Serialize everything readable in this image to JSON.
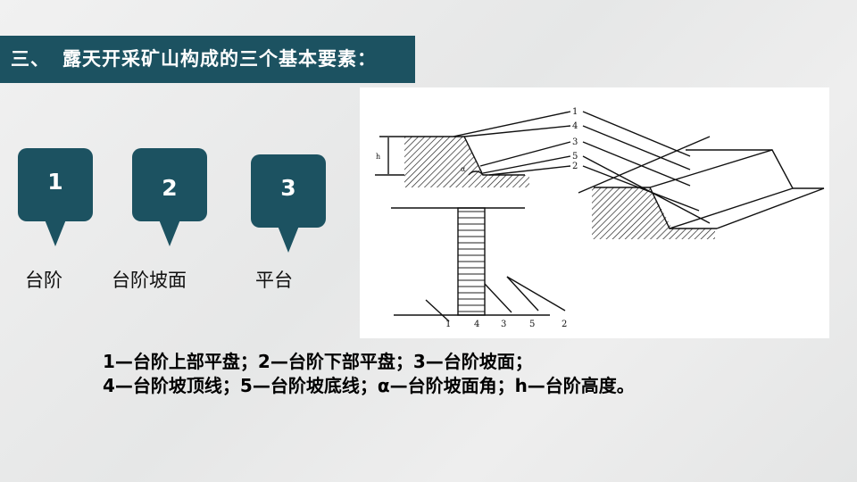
{
  "title": {
    "prefix": "三、",
    "text": "露天开采矿山构成的三个基本要素："
  },
  "callouts": [
    {
      "number": "1",
      "label": "台阶"
    },
    {
      "number": "2",
      "label": "台阶坡面"
    },
    {
      "number": "3",
      "label": "平台"
    }
  ],
  "diagram": {
    "section_labels": [
      "1",
      "4",
      "3",
      "5",
      "2"
    ],
    "plan_labels": [
      "1",
      "4",
      "3",
      "5",
      "2"
    ],
    "height_label": "h",
    "angle_label": "α"
  },
  "caption": {
    "line1": "1—台阶上部平盘；2—台阶下部平盘；3—台阶坡面；",
    "line2": "4—台阶坡顶线；5—台阶坡底线；α—台阶坡面角；h—台阶高度。"
  },
  "colors": {
    "accent": "#1c5261",
    "background": "#e9eaea",
    "text": "#111111"
  }
}
